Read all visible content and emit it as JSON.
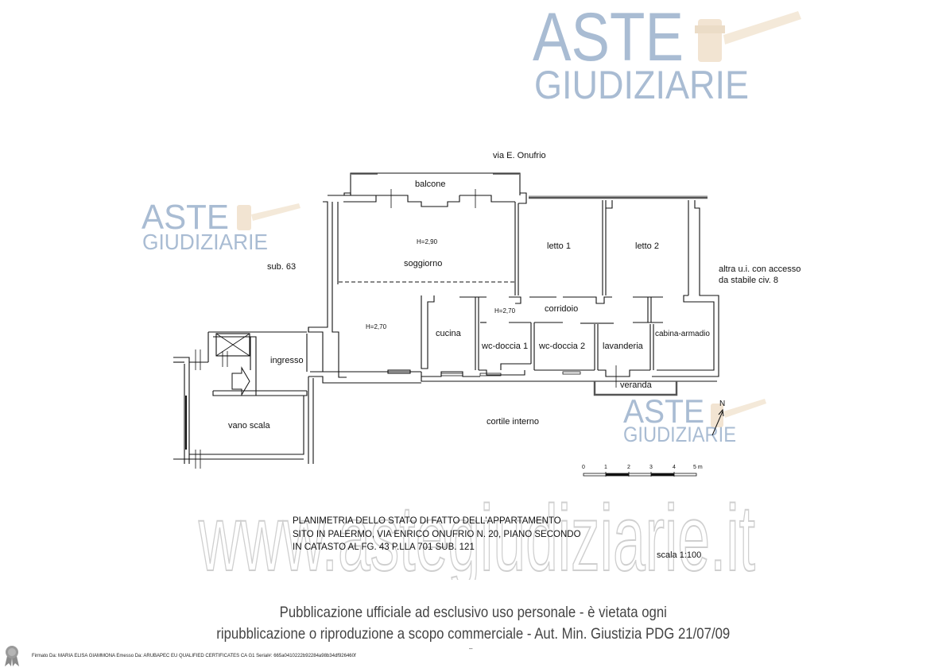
{
  "watermarks": {
    "logo_line1": "ASTE",
    "logo_line2": "GIUDIZIARIE",
    "site": "www.astegiudiziarie.it"
  },
  "plan": {
    "street_label": "via E. Onufrio",
    "neighbor_left": "sub. 63",
    "neighbor_right_line1": "altra u.i. con accesso",
    "neighbor_right_line2": "da stabile civ. 8",
    "courtyard": "cortile interno",
    "rooms": [
      {
        "name": "balcone"
      },
      {
        "name": "soggiorno",
        "height": "H=2,90"
      },
      {
        "name": "letto 1"
      },
      {
        "name": "letto 2"
      },
      {
        "name": "corridoio",
        "height": "H=2,70"
      },
      {
        "name": "cucina"
      },
      {
        "name": "wc-doccia 1"
      },
      {
        "name": "wc-doccia 2"
      },
      {
        "name": "lavanderia"
      },
      {
        "name": "cabina-armadio"
      },
      {
        "name": "veranda"
      },
      {
        "name": "ingresso",
        "height": "H=2,70"
      },
      {
        "name": "vano scala"
      }
    ],
    "north_label": "N",
    "scale_bar": {
      "ticks": [
        "0",
        "1",
        "2",
        "3",
        "4",
        "5 m"
      ]
    }
  },
  "caption": {
    "line1": "PLANIMETRIA DELLO STATO DI FATTO DELL'APPARTAMENTO",
    "line2": "SITO IN PALERMO, VIA ENRICO ONUFRIO N. 20,  PIANO SECONDO",
    "line3": "IN CATASTO AL FG. 43  P.LLA 701  SUB. 121",
    "scale": "scala 1:100"
  },
  "footer": {
    "line1": "Pubblicazione ufficiale ad esclusivo uso personale - è vietata ogni",
    "line2": "ripubblicazione o riproduzione a scopo commerciale - Aut. Min. Giustizia PDG 21/07/09",
    "dash": "–"
  },
  "signature": {
    "text": "Firmato Da: MARIA ELISA GIAMMONA Emesso Da: ARUBAPEC EU QUALIFIED CERTIFICATES CA G1 Serial#: 665a0410222b92284a98b34df926460f"
  }
}
